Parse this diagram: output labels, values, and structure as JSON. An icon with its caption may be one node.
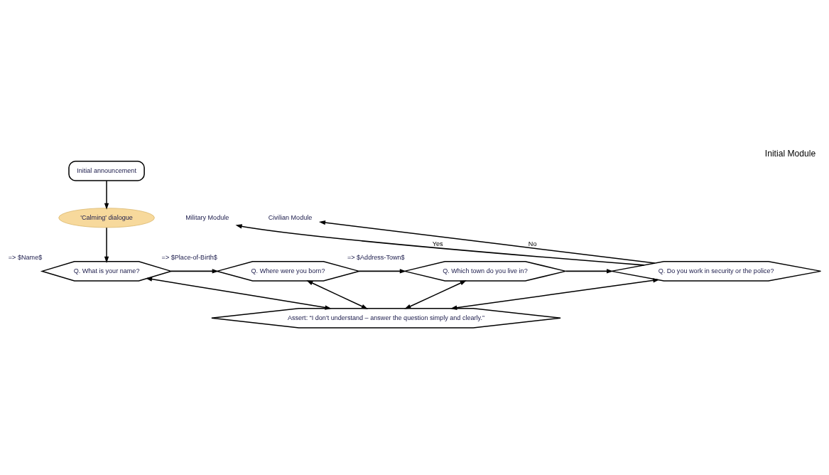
{
  "diagram": {
    "title": "Initial Module",
    "nodes": [
      {
        "text": [
          "Initial announcement"
        ]
      },
      {
        "text": [
          "'Calming' dialogue"
        ]
      },
      {
        "text": [
          "Q. What is your name?"
        ],
        "beside": [
          "=> $Name$"
        ]
      },
      {
        "text": [
          "Q. Where were you born?"
        ],
        "beside": [
          "=> $Place-of-Birth$"
        ]
      },
      {
        "text": [
          "Q. Which town do you live in?"
        ],
        "beside": [
          "=> $Address-Town$"
        ]
      },
      {
        "text": [
          "Q. Do you work in security or the police?"
        ]
      },
      {
        "text": [
          "Military Module"
        ]
      },
      {
        "text": [
          "Civilian Module"
        ]
      },
      {
        "text": [
          "Assert: “I don't understand – answer the question simply and clearly.”"
        ]
      }
    ],
    "edges": [
      {
        "from": 0,
        "to": 1,
        "arrow": "to"
      },
      {
        "from": 1,
        "to": 2,
        "arrow": "to"
      },
      {
        "from": 2,
        "to": 3,
        "arrow": "to"
      },
      {
        "from": 3,
        "to": 4,
        "arrow": "to"
      },
      {
        "from": 4,
        "to": 5,
        "arrow": "to"
      },
      {
        "from": 5,
        "to": 6,
        "label": "Yes",
        "arrow": "to"
      },
      {
        "from": 5,
        "to": 7,
        "label": "No",
        "arrow": "to"
      },
      {
        "from": 2,
        "to": 8,
        "arrow": "both"
      },
      {
        "from": 3,
        "to": 8,
        "arrow": "both"
      },
      {
        "from": 4,
        "to": 8,
        "arrow": "both"
      },
      {
        "from": 5,
        "to": 8,
        "arrow": "both"
      }
    ]
  }
}
